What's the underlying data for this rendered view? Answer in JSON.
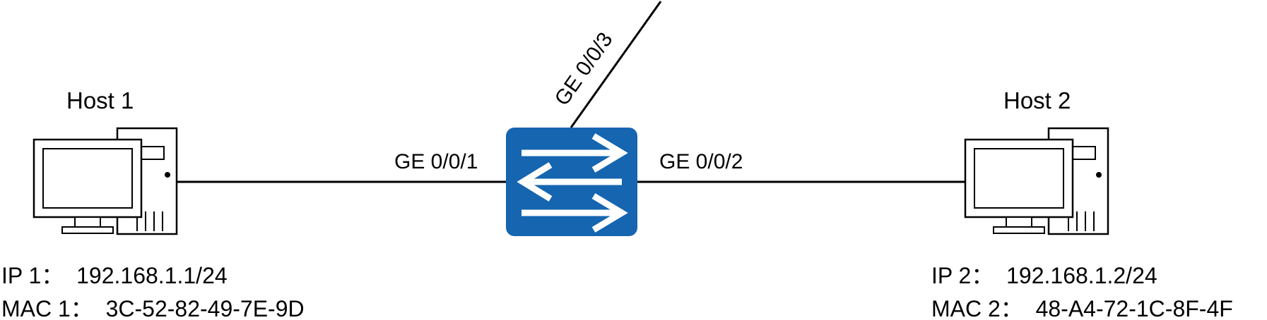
{
  "diagram": {
    "hosts": [
      {
        "title": "Host 1",
        "ip": "IP 1：  192.168.1.1/24",
        "mac": "MAC 1：  3C-52-82-49-7E-9D"
      },
      {
        "title": "Host 2",
        "ip": "IP 2：  192.168.1.2/24",
        "mac": "MAC 2：  48-A4-72-1C-8F-4F"
      }
    ],
    "ports": {
      "left": "GE 0/0/1",
      "right": "GE 0/0/2",
      "uplink": "GE 0/0/3"
    },
    "colors": {
      "switch_fill": "#1565b0",
      "arrow": "#ffffff",
      "host_stroke": "#000000",
      "link": "#000000"
    },
    "icons": {
      "switch": "network-switch-icon",
      "host": "desktop-computer-icon"
    }
  }
}
